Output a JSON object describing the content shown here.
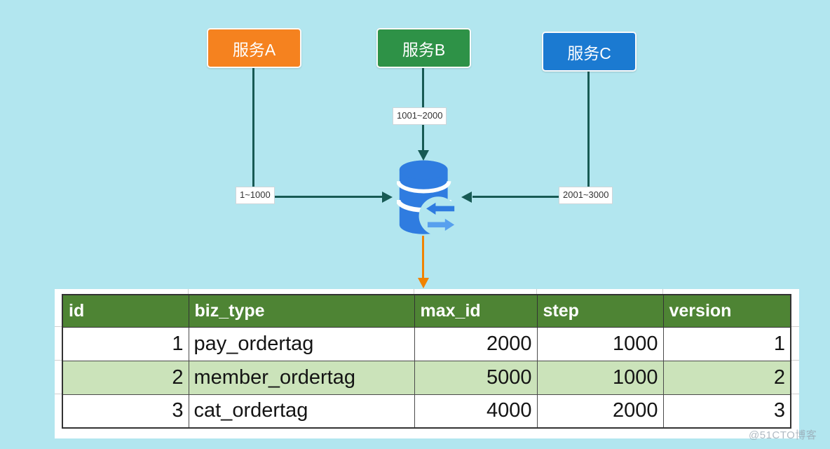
{
  "diagram": {
    "background_color": "#B2E6EF",
    "connector_color": "#175A54",
    "services": [
      {
        "label": "服务A",
        "color": "#F5821F",
        "range_label": "1~1000"
      },
      {
        "label": "服务B",
        "color": "#2E9247",
        "range_label": "1001~2000"
      },
      {
        "label": "服务C",
        "color": "#1B7AD1",
        "range_label": "2001~3000"
      }
    ],
    "database": {
      "icon": "database-sync-icon",
      "color": "#2F7CE0",
      "output_arrow_color": "#F08300"
    }
  },
  "table": {
    "header_bg": "#4E8434",
    "alt_row_bg": "#CBE3BA",
    "columns": [
      "id",
      "biz_type",
      "max_id",
      "step",
      "version"
    ],
    "rows": [
      [
        "1",
        "pay_ordertag",
        "2000",
        "1000",
        "1"
      ],
      [
        "2",
        "member_ordertag",
        "5000",
        "1000",
        "2"
      ],
      [
        "3",
        "cat_ordertag",
        "4000",
        "2000",
        "3"
      ]
    ]
  },
  "watermark": "@51CTO博客"
}
